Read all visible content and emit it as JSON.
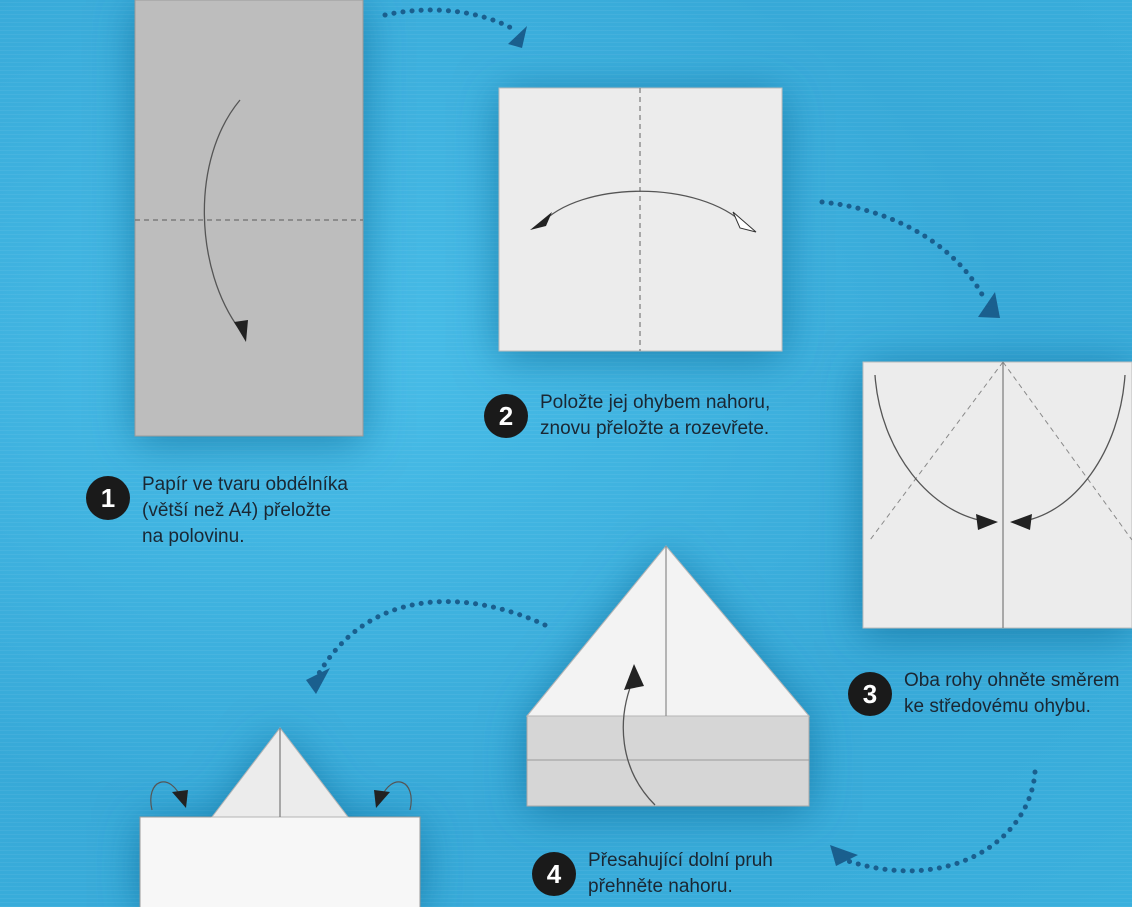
{
  "steps": [
    {
      "number": "1",
      "text": "Papír ve tvaru obdélníka\n(větší než A4) přeložte\nna polovinu."
    },
    {
      "number": "2",
      "text": "Položte jej ohybem nahoru,\nznovu přeložte a rozevřete."
    },
    {
      "number": "3",
      "text": "Oba rohy ohněte směrem\nke středovému ohybu."
    },
    {
      "number": "4",
      "text": "Přesahující dolní pruh\npřehněte nahoru."
    }
  ],
  "colors": {
    "background": "#3fb4e0",
    "paper_gray": "#bdbdbd",
    "paper_light": "#ececec",
    "dots": "#1a5f8e",
    "badge": "#1a1a1a"
  }
}
